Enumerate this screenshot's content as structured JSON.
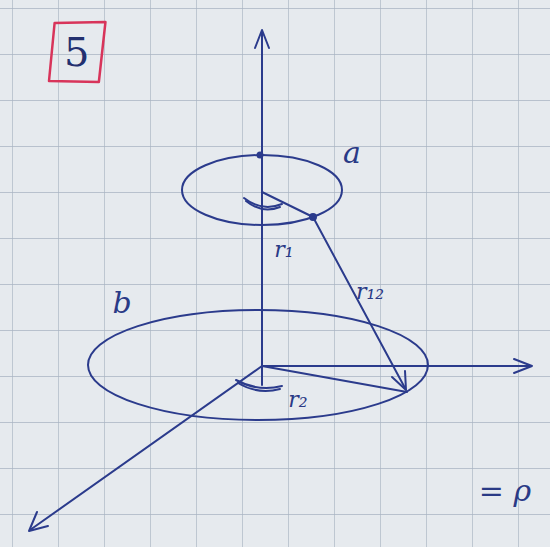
{
  "diagram": {
    "nodes": [
      {
        "text": [
          "5"
        ]
      }
    ],
    "labels": [
      "a",
      "b",
      "r₁",
      "r₁₂",
      "r₂",
      "= ρ"
    ]
  }
}
